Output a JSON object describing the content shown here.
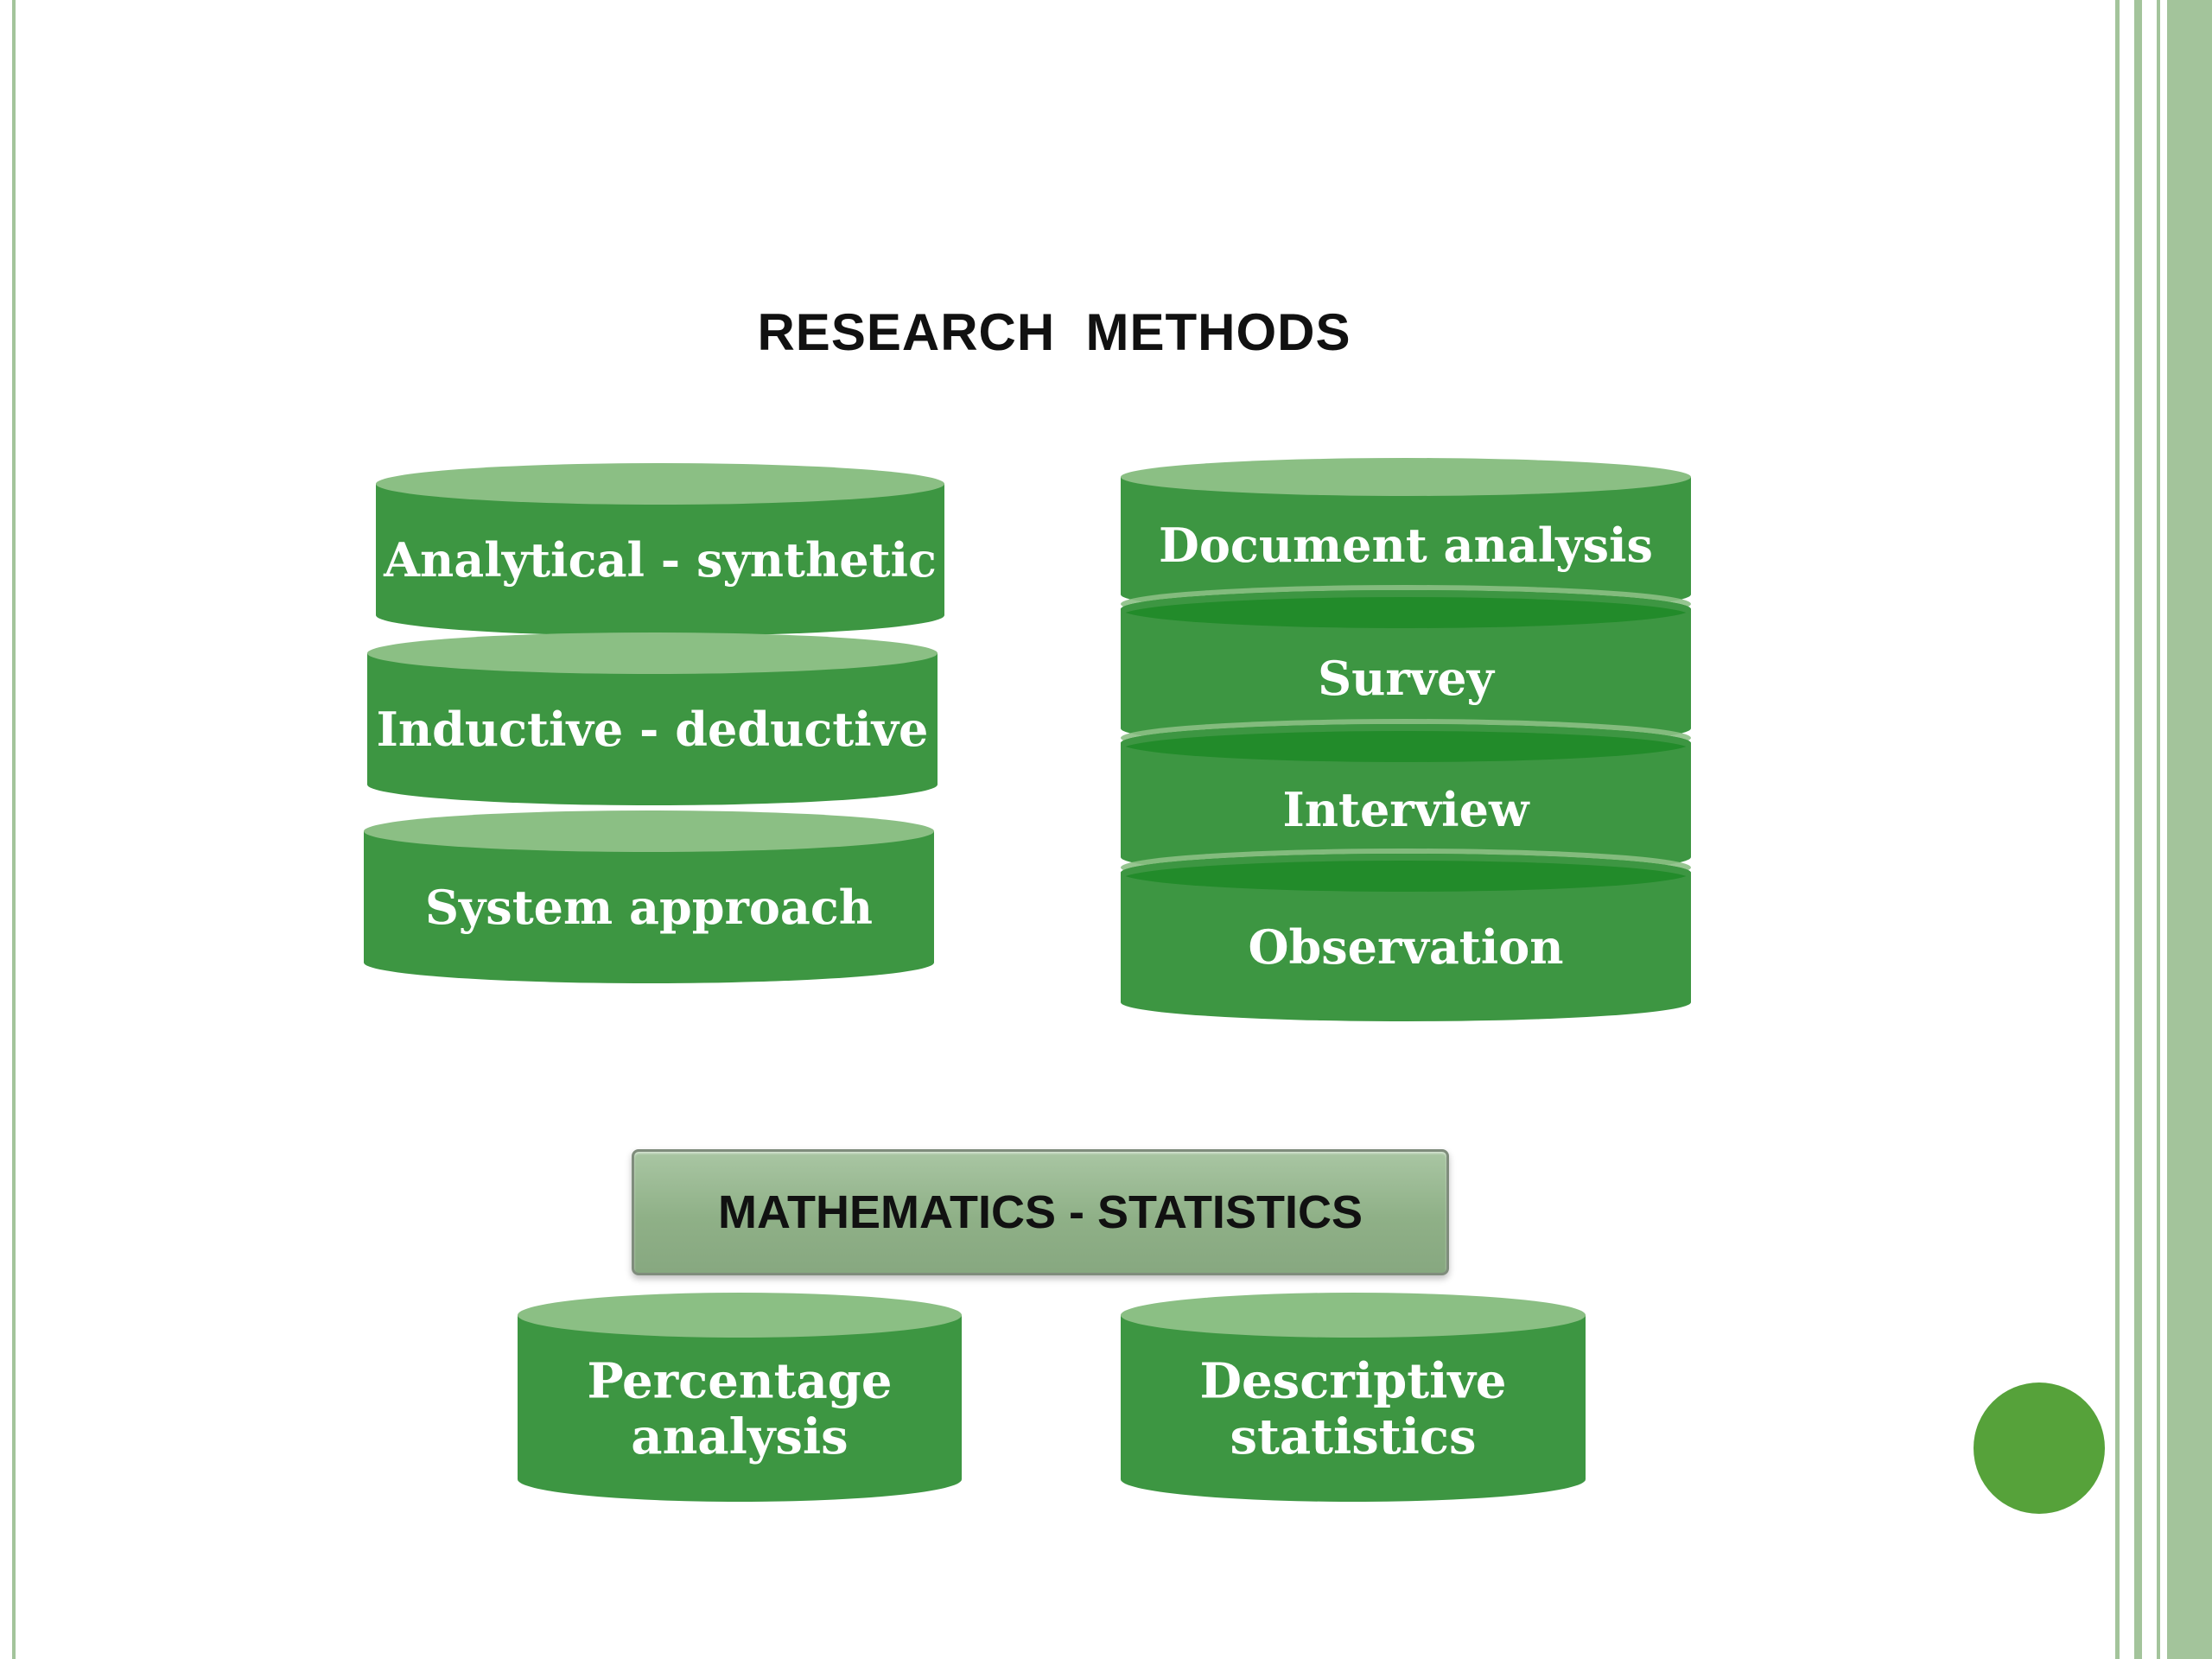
{
  "title": "RESEARCH  METHODS",
  "left_stack": [
    "Analytical - synthetic",
    "Inductive - deductive",
    "System approach"
  ],
  "right_stack": [
    "Document analysis",
    "Survey",
    "Interview",
    "Observation"
  ],
  "math": {
    "label": "MATHEMATICS - STATISTICS",
    "children": [
      [
        "Percentage",
        "analysis"
      ],
      [
        "Descriptive",
        "statistics"
      ]
    ]
  },
  "colors": {
    "cylinder_body": "#3d9642",
    "cylinder_top": "#8bbf84",
    "cylinder_inner": "#228b2a",
    "accent_dot": "#56a23a",
    "border_lines": "#a3c49b"
  }
}
